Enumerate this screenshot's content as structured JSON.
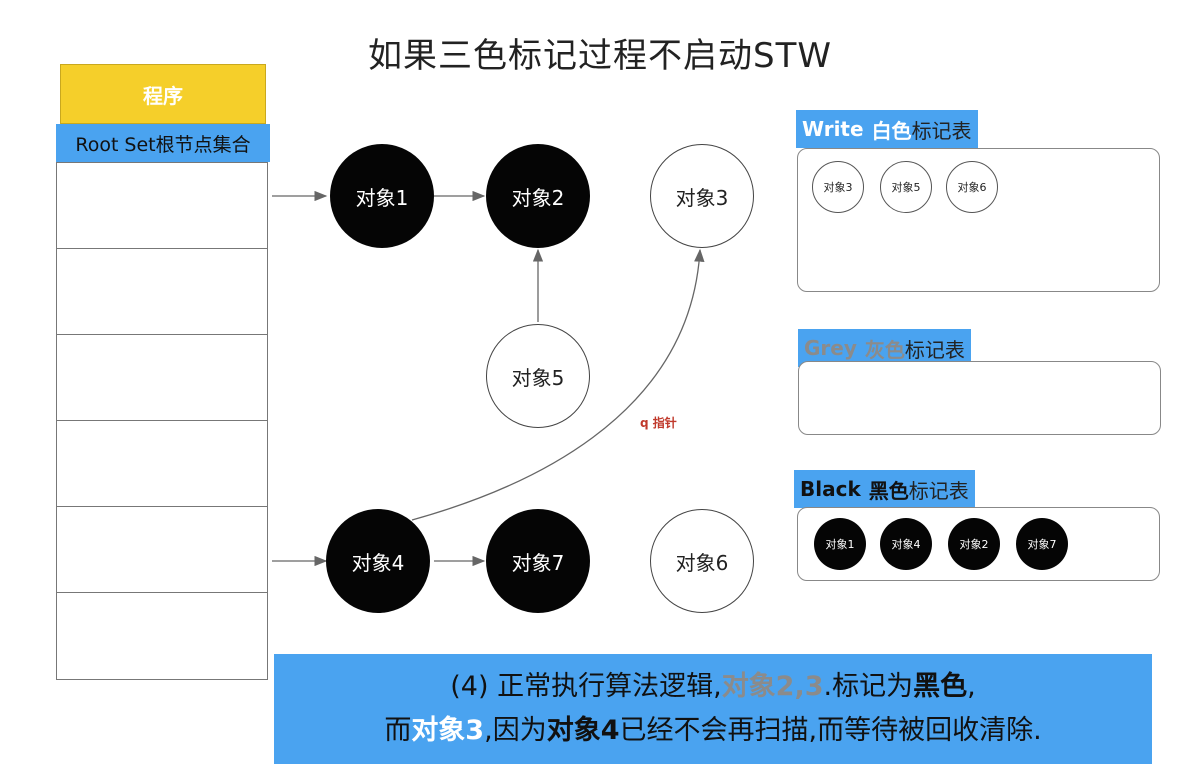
{
  "title": "如果三色标记过程不启动STW",
  "program_label": "程序",
  "rootset_label": "Root Set根节点集合",
  "nodes": {
    "obj1": "对象1",
    "obj2": "对象2",
    "obj3": "对象3",
    "obj4": "对象4",
    "obj5": "对象5",
    "obj6": "对象6",
    "obj7": "对象7"
  },
  "pointer_label": "q 指针",
  "white_table": {
    "label_en": "Write",
    "label_cn_bold": "白色",
    "label_cn": "标记表",
    "items": [
      "对象3",
      "对象5",
      "对象6"
    ]
  },
  "grey_table": {
    "label_en": "Grey",
    "label_cn_bold": "灰色",
    "label_cn": "标记表",
    "items": []
  },
  "black_table": {
    "label_en": "Black",
    "label_cn_bold": "黑色",
    "label_cn": "标记表",
    "items": [
      "对象1",
      "对象4",
      "对象2",
      "对象7"
    ]
  },
  "note": {
    "line1_a": "(4) 正常执行算法逻辑,",
    "line1_b": "对象2,3",
    "line1_c": ".标记为",
    "line1_d": "黑色",
    "line1_e": ",",
    "line2_a": "而",
    "line2_b": "对象3",
    "line2_c": ",因为",
    "line2_d": "对象4",
    "line2_e": "已经不会再扫描,而等待被回收清除."
  },
  "colors": {
    "blue_label": "#4aa3f0",
    "program_yellow": "#f5cf2a",
    "black_node": "#050505",
    "grey_text": "#8b8b8b",
    "pointer_red": "#c0392b"
  }
}
